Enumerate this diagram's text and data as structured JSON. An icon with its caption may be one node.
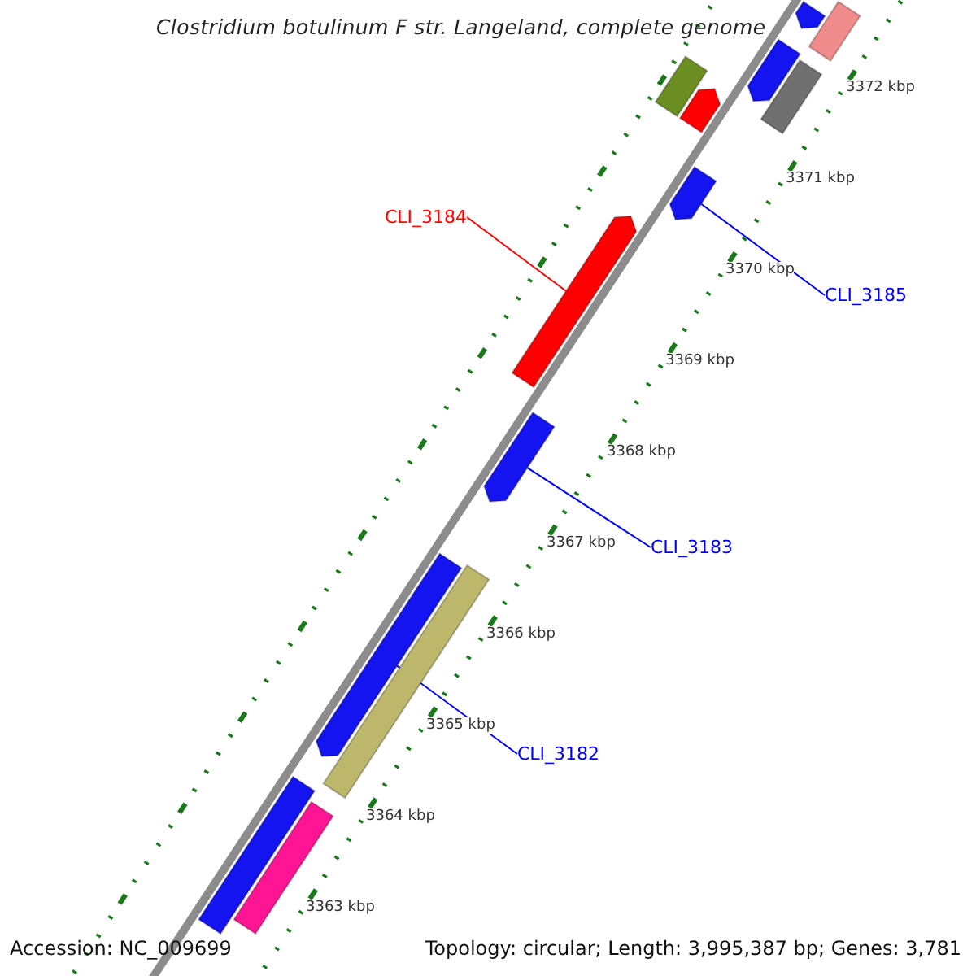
{
  "diagram": {
    "title": "Clostridium botulinum F str. Langeland, complete genome",
    "nodes": [
      {
        "text": [
          "CLI_3184"
        ]
      },
      {
        "text": [
          "CLI_3185"
        ]
      },
      {
        "text": [
          "CLI_3183"
        ]
      },
      {
        "text": [
          "CLI_3182"
        ]
      },
      {
        "text": [],
        "shape": "arrow"
      },
      {
        "text": [],
        "shape": "bar"
      },
      {
        "text": [],
        "shape": "bar"
      },
      {
        "text": [],
        "shape": "arrow"
      },
      {
        "text": [],
        "shape": "arrow"
      },
      {
        "text": [],
        "shape": "bar"
      },
      {
        "text": [],
        "shape": "arrow"
      },
      {
        "text": [],
        "shape": "arrow"
      },
      {
        "text": [],
        "shape": "arrow"
      },
      {
        "text": [],
        "shape": "arrow"
      },
      {
        "text": [],
        "shape": "bar"
      },
      {
        "text": [],
        "shape": "bar"
      },
      {
        "text": [],
        "shape": "bar"
      }
    ],
    "edges": [
      {
        "from": 0,
        "to": 11,
        "arrow": "none",
        "color": "#ff0000"
      },
      {
        "from": 1,
        "to": 10,
        "arrow": "none"
      },
      {
        "from": 2,
        "to": 12,
        "arrow": "none"
      },
      {
        "from": 3,
        "to": 13,
        "arrow": "none"
      }
    ],
    "labels": [
      "3372 kbp",
      "3371 kbp",
      "3370 kbp",
      "3369 kbp",
      "3368 kbp",
      "3367 kbp",
      "3366 kbp",
      "3365 kbp",
      "3364 kbp",
      "3363 kbp",
      "Accession: NC_009699",
      "Topology: circular; Length: 3,995,387 bp; Genes: 3,781"
    ]
  }
}
